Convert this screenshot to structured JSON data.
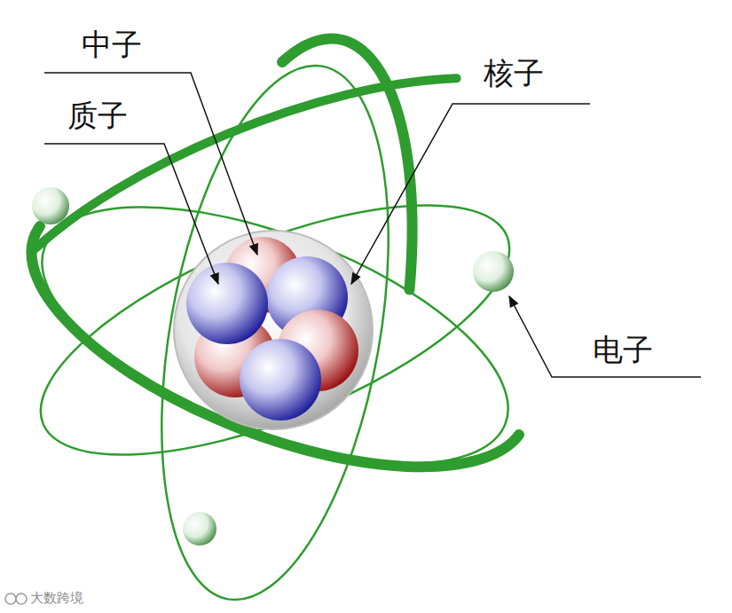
{
  "diagram": {
    "labels": [
      "中子",
      "质子",
      "核子",
      "电子",
      "大数跨境"
    ]
  }
}
